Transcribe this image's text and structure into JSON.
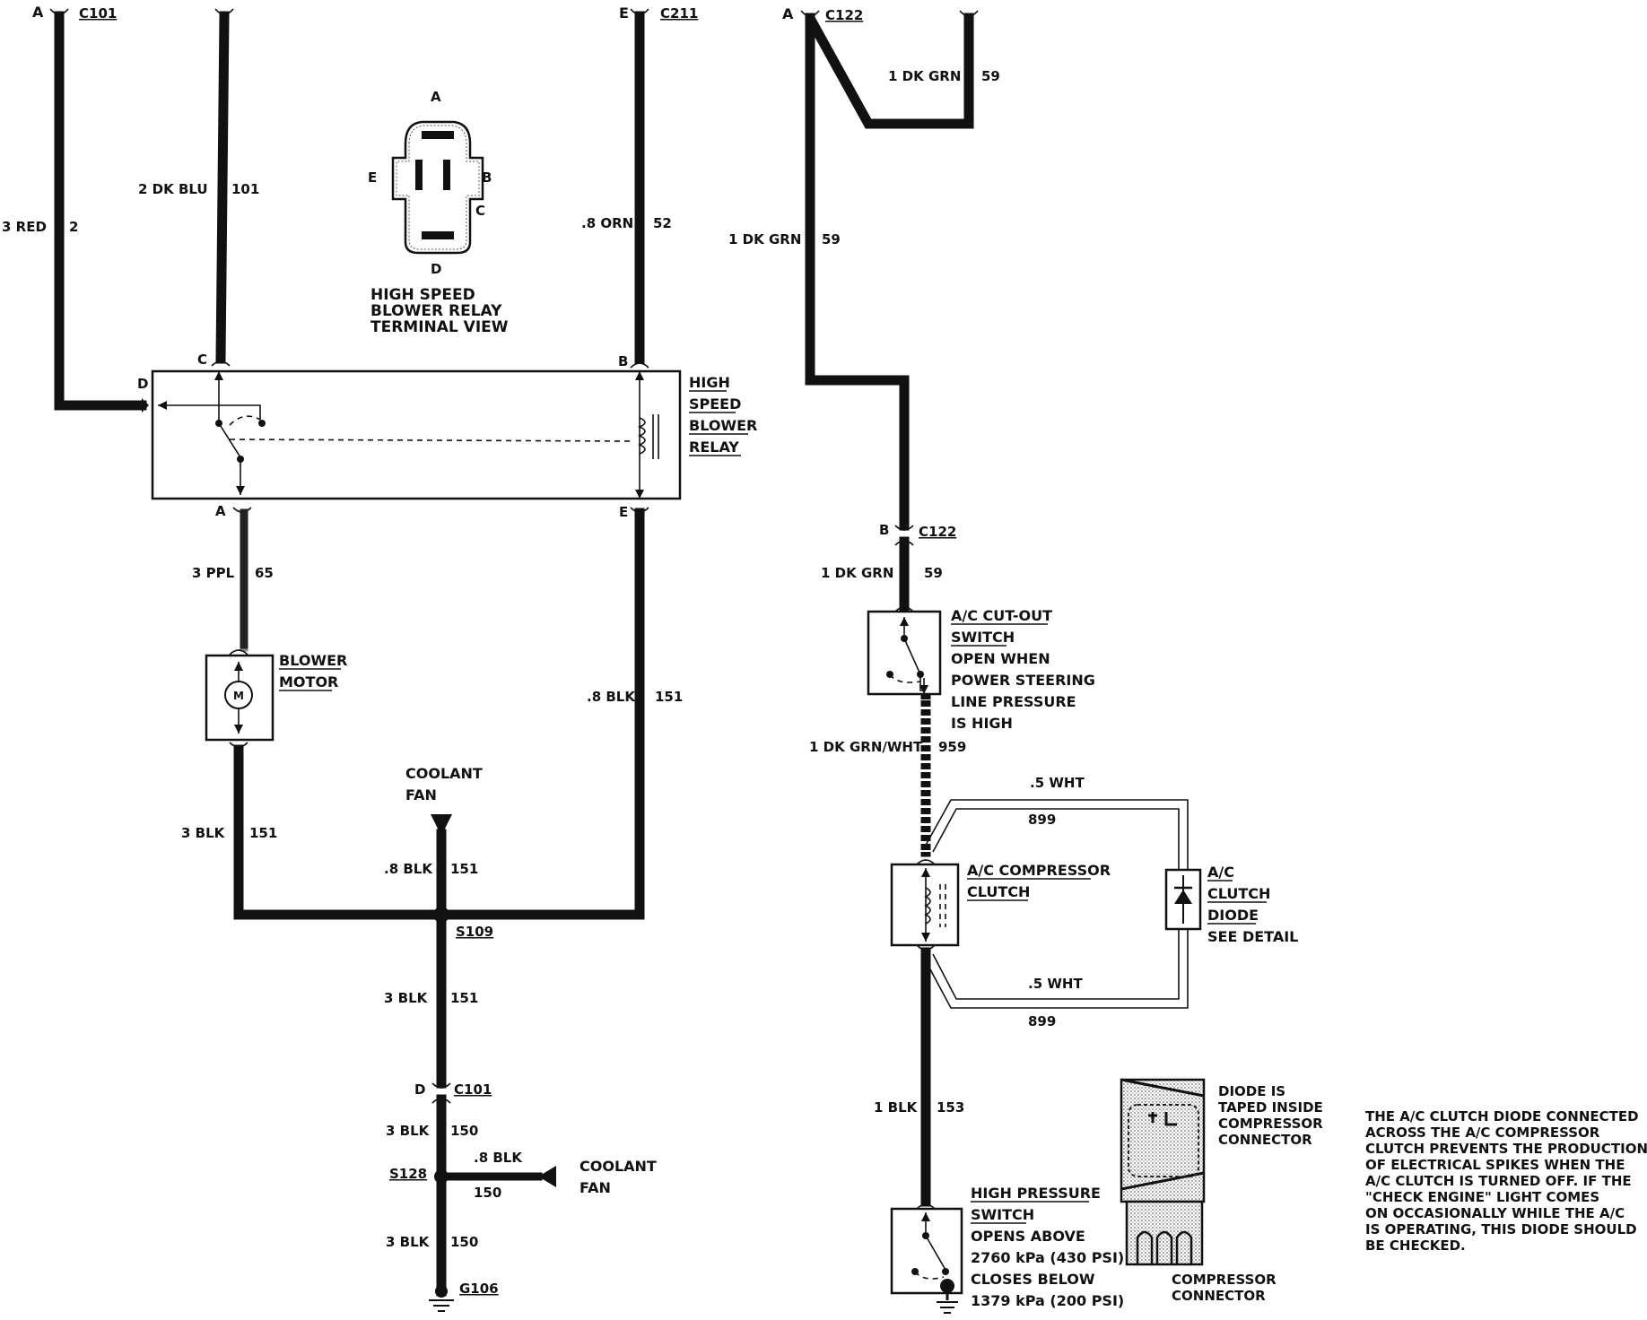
{
  "left": {
    "connectors": {
      "c101_top": "C101",
      "c211": "C211",
      "c101_mid": "C101",
      "s109": "S109",
      "s128": "S128",
      "g106": "G106"
    },
    "pins": {
      "a_top": "A",
      "e_top": "E",
      "relay_c": "C",
      "relay_b": "B",
      "relay_d": "D",
      "relay_a": "A",
      "relay_e": "E",
      "c101_d": "D"
    },
    "wires": [
      {
        "size": "3 RED",
        "circuit": "2"
      },
      {
        "size": "2 DK BLU",
        "circuit": "101"
      },
      {
        "size": ".8 ORN",
        "circuit": "52"
      },
      {
        "size": "3 PPL",
        "circuit": "65"
      },
      {
        "size": ".8 BLK",
        "circuit": "151"
      },
      {
        "size": "3 BLK",
        "circuit": "151"
      },
      {
        "size": ".8 BLK",
        "circuit": "151"
      },
      {
        "size": "3 BLK",
        "circuit": "151"
      },
      {
        "size": "3 BLK",
        "circuit": "150"
      },
      {
        "size": ".8 BLK",
        "circuit": "150"
      },
      {
        "size": "3 BLK",
        "circuit": "150"
      }
    ],
    "terminal_view": {
      "pins": {
        "a": "A",
        "b": "B",
        "c": "C",
        "d": "D",
        "e": "E"
      },
      "title_lines": [
        "HIGH SPEED",
        "BLOWER RELAY",
        "TERMINAL VIEW"
      ]
    },
    "relay_label": [
      "HIGH",
      "SPEED",
      "BLOWER",
      "RELAY"
    ],
    "blower_motor": [
      "BLOWER",
      "MOTOR"
    ],
    "motor_symbol": "M",
    "coolant_fan_top": [
      "COOLANT",
      "FAN"
    ],
    "coolant_fan_side": [
      "COOLANT",
      "FAN"
    ]
  },
  "right": {
    "connectors": {
      "c122_top": "C122",
      "c122_mid": "C122"
    },
    "pins": {
      "a_top": "A",
      "b_mid": "B"
    },
    "wires": [
      {
        "size": "1 DK GRN",
        "circuit": "59"
      },
      {
        "size": "1 DK GRN",
        "circuit": "59"
      },
      {
        "size": "1 DK GRN",
        "circuit": "59"
      },
      {
        "size": "1 DK GRN/WHT",
        "circuit": "959"
      },
      {
        "size": ".5 WHT",
        "circuit": "899"
      },
      {
        "size": ".5 WHT",
        "circuit": "899"
      },
      {
        "size": "1 BLK",
        "circuit": "153"
      }
    ],
    "cutout_switch": [
      "A/C CUT-OUT",
      "SWITCH",
      "OPEN WHEN",
      "POWER STEERING",
      "LINE PRESSURE",
      "IS HIGH"
    ],
    "compressor_clutch": [
      "A/C COMPRESSOR",
      "CLUTCH"
    ],
    "clutch_diode": [
      "A/C",
      "CLUTCH",
      "DIODE",
      "SEE DETAIL"
    ],
    "high_pressure_switch": [
      "HIGH PRESSURE",
      "SWITCH",
      "OPENS ABOVE",
      "2760 kPa (430 PSI)",
      "CLOSES BELOW",
      "1379 kPa (200 PSI)"
    ],
    "diode_note": [
      "DIODE IS",
      "TAPED INSIDE",
      "COMPRESSOR",
      "CONNECTOR"
    ],
    "compressor_connector": [
      "COMPRESSOR",
      "CONNECTOR"
    ],
    "explanation": [
      "THE A/C CLUTCH DIODE CONNECTED",
      "ACROSS THE A/C COMPRESSOR",
      "CLUTCH PREVENTS THE PRODUCTION",
      "OF ELECTRICAL SPIKES WHEN THE",
      "A/C CLUTCH IS TURNED OFF.  IF THE",
      "\"CHECK ENGINE\" LIGHT COMES",
      "ON OCCASIONALLY WHILE THE A/C",
      "IS OPERATING, THIS DIODE SHOULD",
      "BE CHECKED."
    ]
  }
}
